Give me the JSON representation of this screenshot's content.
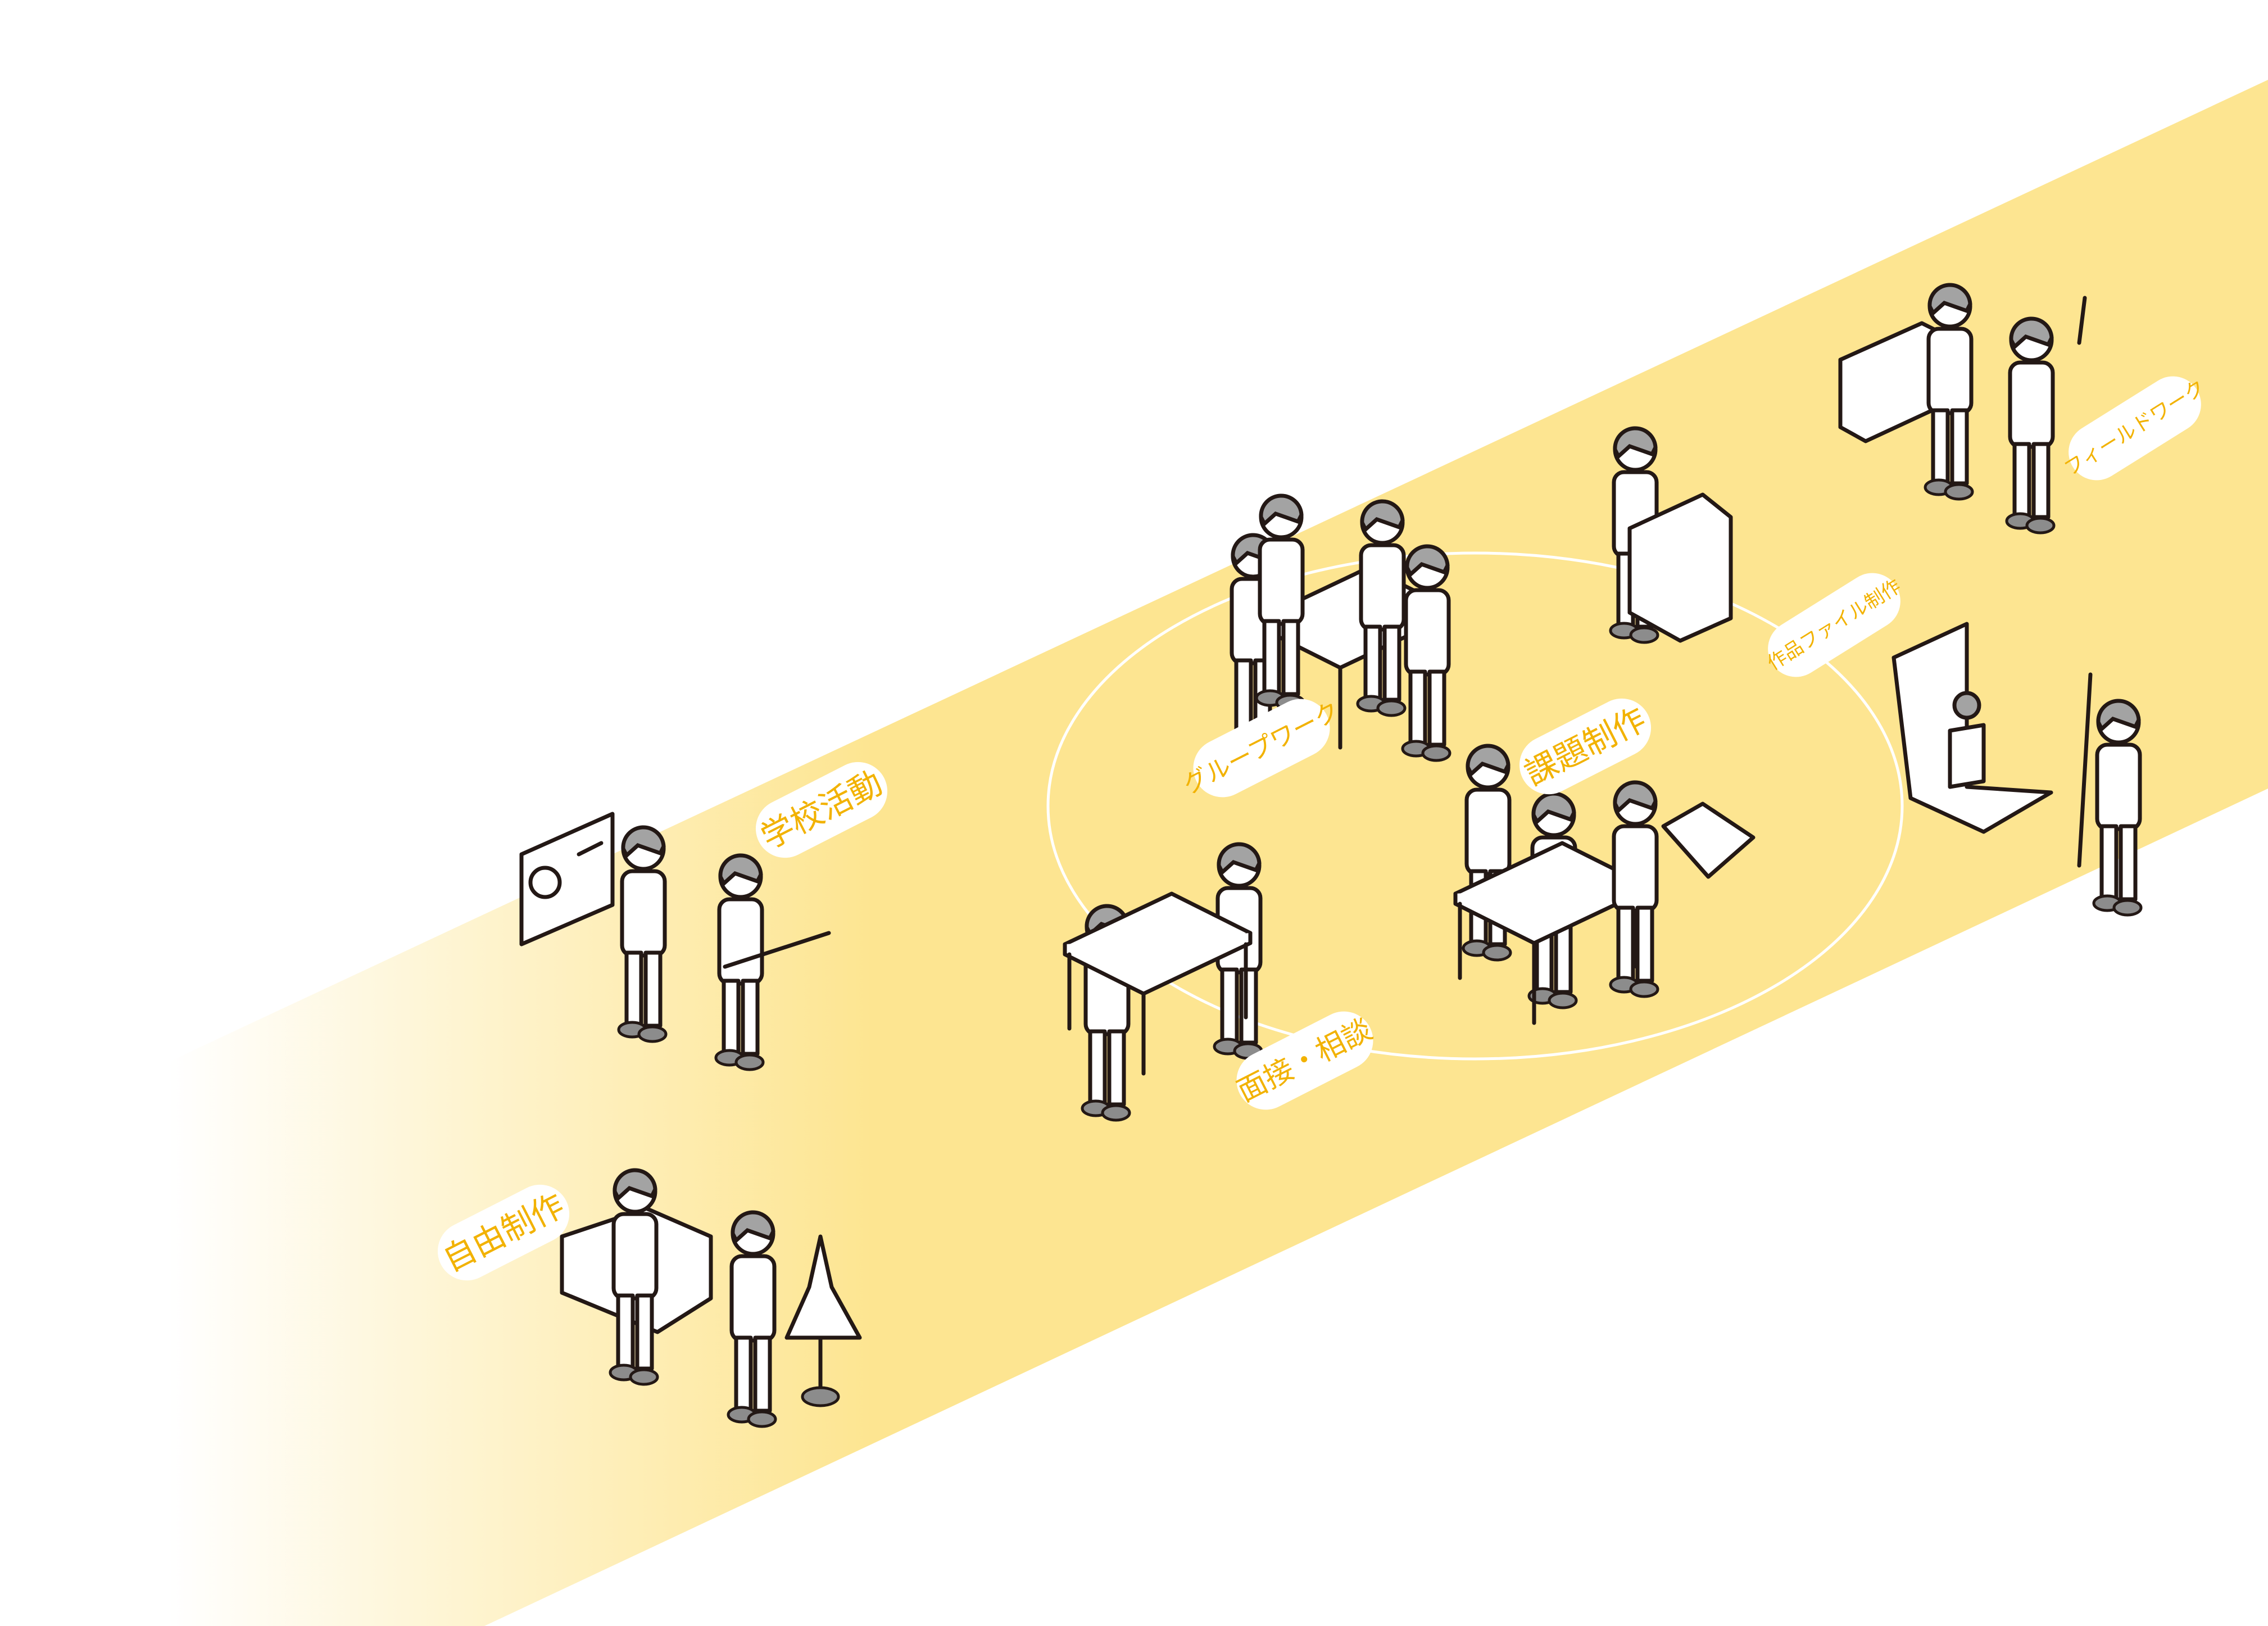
{
  "colors": {
    "band": "#fde591",
    "label_text": "#f2b200",
    "label_bg": "#ffffff",
    "ring": "#ffffff"
  },
  "labels": {
    "school_activities": "学校活動",
    "free_creation": "自由制作",
    "group_work": "グループワーク",
    "interview_consultation": "面接・相談",
    "assignment_creation": "課題制作",
    "portfolio_creation": "作品ファイル制作",
    "field_work": "フィールドワーク"
  }
}
